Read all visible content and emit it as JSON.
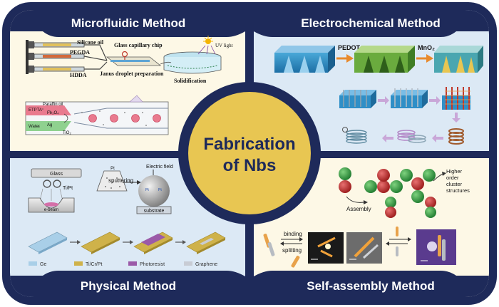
{
  "center": {
    "line1": "Fabrication",
    "line2": "of Nbs"
  },
  "panels": {
    "microfluidic": {
      "title": "Microfluidic Method",
      "labels": {
        "silicone_oil": "Silicone oil",
        "pegda": "PEGDA",
        "hdda": "HDDA",
        "glass_capillary_chip": "Glass capillary chip",
        "uv_light": "UV light",
        "janus_droplet": "Janus droplet preparation",
        "solidification": "Solidification",
        "paraffin_oil": "Paraffin oil",
        "etpta": "ETPTA",
        "fe3o4": "Fe₃O₄",
        "water": "Water",
        "ag": "Ag",
        "tio2": "TiO₂"
      }
    },
    "electrochemical": {
      "title": "Electrochemical Method",
      "labels": {
        "pedot": "PEDOT",
        "mno2": "MnO₂"
      }
    },
    "physical": {
      "title": "Physical Method",
      "labels": {
        "glass": "Glass",
        "ti_pt": "Ti/Pt",
        "ebeam": "e-beam",
        "pt1": "Pt",
        "electric_field": "Electric field",
        "sputtering": "sputtering",
        "substrate": "substrate",
        "pt_dot1": "Pt",
        "pt_dot2": "Pt"
      },
      "legend": [
        {
          "label": "Ge",
          "color": "#a9cfe8"
        },
        {
          "label": "Ti/Cr/Pt",
          "color": "#cfb24a"
        },
        {
          "label": "Photoresist",
          "color": "#9b5aa8"
        },
        {
          "label": "Graphene",
          "color": "#c8ccd4"
        }
      ]
    },
    "selfassembly": {
      "title": "Self-assembly Method",
      "labels": {
        "assembly": "Assembly",
        "higher_order": "Higher order cluster structures",
        "binding": "binding",
        "splitting": "splitting"
      }
    }
  },
  "colors": {
    "navy": "#1e2a5a",
    "gold": "#e8c652",
    "cream": "#fdf8e6",
    "light_blue": "#dce9f5"
  }
}
